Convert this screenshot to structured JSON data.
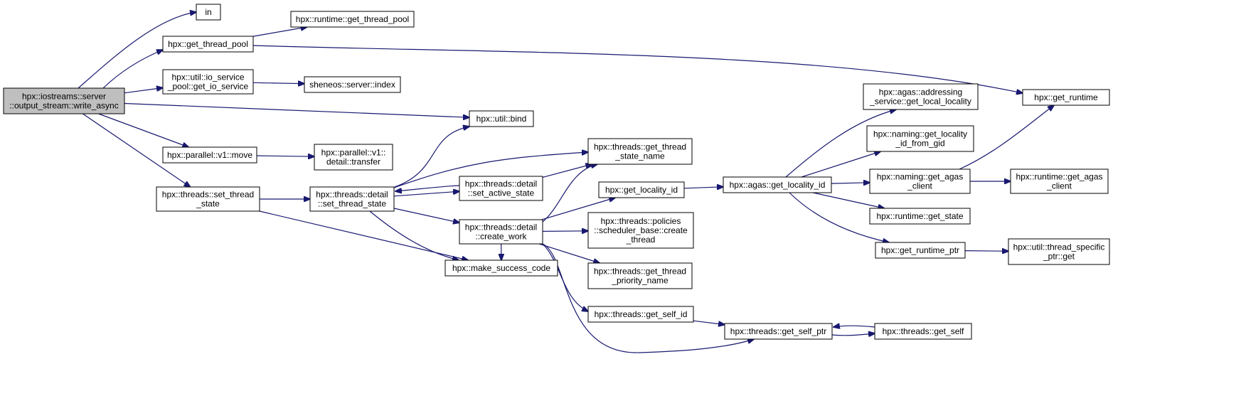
{
  "diagram": {
    "edge_color": "#191970",
    "root_fill": "#bfbfbf",
    "nodes": {
      "root": [
        "hpx::iostreams::server",
        "::output_stream::write_async"
      ],
      "in": [
        "in"
      ],
      "get_thread_pool": [
        "hpx::get_thread_pool"
      ],
      "runtime_get_thread_pool": [
        "hpx::runtime::get_thread_pool"
      ],
      "io_service": [
        "hpx::util::io_service",
        "_pool::get_io_service"
      ],
      "sheneos_index": [
        "sheneos::server::index"
      ],
      "util_bind": [
        "hpx::util::bind"
      ],
      "parallel_move": [
        "hpx::parallel::v1::move"
      ],
      "parallel_transfer": [
        "hpx::parallel::v1::",
        "detail::transfer"
      ],
      "set_thread_state": [
        "hpx::threads::set_thread",
        "_state"
      ],
      "detail_set_thread_state": [
        "hpx::threads::detail",
        "::set_thread_state"
      ],
      "set_active_state": [
        "hpx::threads::detail",
        "::set_active_state"
      ],
      "create_work": [
        "hpx::threads::detail",
        "::create_work"
      ],
      "make_success_code": [
        "hpx::make_success_code"
      ],
      "get_thread_state_name": [
        "hpx::threads::get_thread",
        "_state_name"
      ],
      "get_locality_id": [
        "hpx::get_locality_id"
      ],
      "scheduler_create_thread": [
        "hpx::threads::policies",
        "::scheduler_base::create",
        "_thread"
      ],
      "get_thread_priority_name": [
        "hpx::threads::get_thread",
        "_priority_name"
      ],
      "get_self_id": [
        "hpx::threads::get_self_id"
      ],
      "get_self_ptr": [
        "hpx::threads::get_self_ptr"
      ],
      "get_self": [
        "hpx::threads::get_self"
      ],
      "agas_get_locality_id": [
        "hpx::agas::get_locality_id"
      ],
      "addressing_service": [
        "hpx::agas::addressing",
        "_service::get_local_locality"
      ],
      "naming_get_locality_id": [
        "hpx::naming::get_locality",
        "_id_from_gid"
      ],
      "naming_get_agas_client": [
        "hpx::naming::get_agas",
        "_client"
      ],
      "runtime_get_state": [
        "hpx::runtime::get_state"
      ],
      "get_runtime_ptr": [
        "hpx::get_runtime_ptr"
      ],
      "get_runtime": [
        "hpx::get_runtime"
      ],
      "runtime_get_agas_client": [
        "hpx::runtime::get_agas",
        "_client"
      ],
      "thread_specific_ptr": [
        "hpx::util::thread_specific",
        "_ptr::get"
      ]
    },
    "edges": [
      [
        "root",
        "in"
      ],
      [
        "root",
        "get_thread_pool"
      ],
      [
        "root",
        "io_service"
      ],
      [
        "root",
        "util_bind"
      ],
      [
        "root",
        "parallel_move"
      ],
      [
        "root",
        "set_thread_state"
      ],
      [
        "get_thread_pool",
        "runtime_get_thread_pool"
      ],
      [
        "get_thread_pool",
        "get_runtime"
      ],
      [
        "io_service",
        "sheneos_index"
      ],
      [
        "parallel_move",
        "parallel_transfer"
      ],
      [
        "set_thread_state",
        "detail_set_thread_state"
      ],
      [
        "set_thread_state",
        "make_success_code"
      ],
      [
        "detail_set_thread_state",
        "util_bind"
      ],
      [
        "detail_set_thread_state",
        "get_thread_state_name"
      ],
      [
        "detail_set_thread_state",
        "set_active_state"
      ],
      [
        "detail_set_thread_state",
        "create_work"
      ],
      [
        "detail_set_thread_state",
        "make_success_code"
      ],
      [
        "set_active_state",
        "detail_set_thread_state"
      ],
      [
        "set_active_state",
        "get_thread_state_name"
      ],
      [
        "create_work",
        "get_thread_state_name"
      ],
      [
        "create_work",
        "get_locality_id"
      ],
      [
        "create_work",
        "scheduler_create_thread"
      ],
      [
        "create_work",
        "get_thread_priority_name"
      ],
      [
        "create_work",
        "get_self_id"
      ],
      [
        "create_work",
        "get_self_ptr"
      ],
      [
        "create_work",
        "make_success_code"
      ],
      [
        "get_locality_id",
        "agas_get_locality_id"
      ],
      [
        "agas_get_locality_id",
        "addressing_service"
      ],
      [
        "agas_get_locality_id",
        "naming_get_locality_id"
      ],
      [
        "agas_get_locality_id",
        "naming_get_agas_client"
      ],
      [
        "agas_get_locality_id",
        "runtime_get_state"
      ],
      [
        "agas_get_locality_id",
        "get_runtime_ptr"
      ],
      [
        "naming_get_agas_client",
        "get_runtime"
      ],
      [
        "naming_get_agas_client",
        "runtime_get_agas_client"
      ],
      [
        "get_runtime_ptr",
        "thread_specific_ptr"
      ],
      [
        "get_self_id",
        "get_self_ptr"
      ],
      [
        "get_self_ptr",
        "get_self"
      ],
      [
        "get_self",
        "get_self_ptr"
      ]
    ]
  }
}
